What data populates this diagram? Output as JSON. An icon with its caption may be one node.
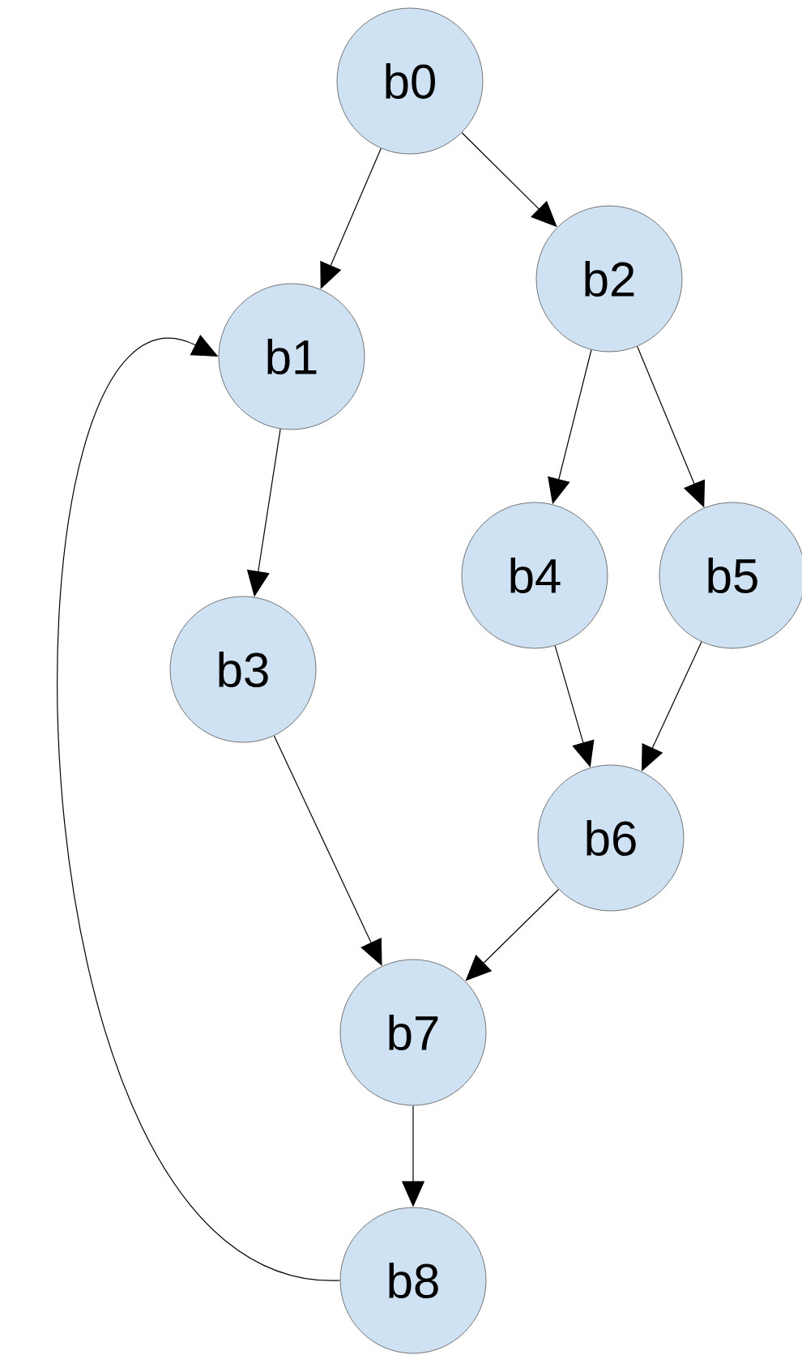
{
  "diagram": {
    "nodes": [
      {
        "text": [
          "b0"
        ]
      },
      {
        "text": [
          "b1"
        ]
      },
      {
        "text": [
          "b2"
        ]
      },
      {
        "text": [
          "b3"
        ]
      },
      {
        "text": [
          "b4"
        ]
      },
      {
        "text": [
          "b5"
        ]
      },
      {
        "text": [
          "b6"
        ]
      },
      {
        "text": [
          "b7"
        ]
      },
      {
        "text": [
          "b8"
        ]
      }
    ],
    "edges": [
      {
        "from": 0,
        "to": 1,
        "arrow": "to"
      },
      {
        "from": 0,
        "to": 2,
        "arrow": "to"
      },
      {
        "from": 1,
        "to": 3,
        "arrow": "to"
      },
      {
        "from": 2,
        "to": 4,
        "arrow": "to"
      },
      {
        "from": 2,
        "to": 5,
        "arrow": "to"
      },
      {
        "from": 3,
        "to": 7,
        "arrow": "to"
      },
      {
        "from": 4,
        "to": 6,
        "arrow": "to"
      },
      {
        "from": 5,
        "to": 6,
        "arrow": "to"
      },
      {
        "from": 6,
        "to": 7,
        "arrow": "to"
      },
      {
        "from": 7,
        "to": 8,
        "arrow": "to"
      },
      {
        "from": 8,
        "to": 1,
        "arrow": "to"
      }
    ]
  }
}
